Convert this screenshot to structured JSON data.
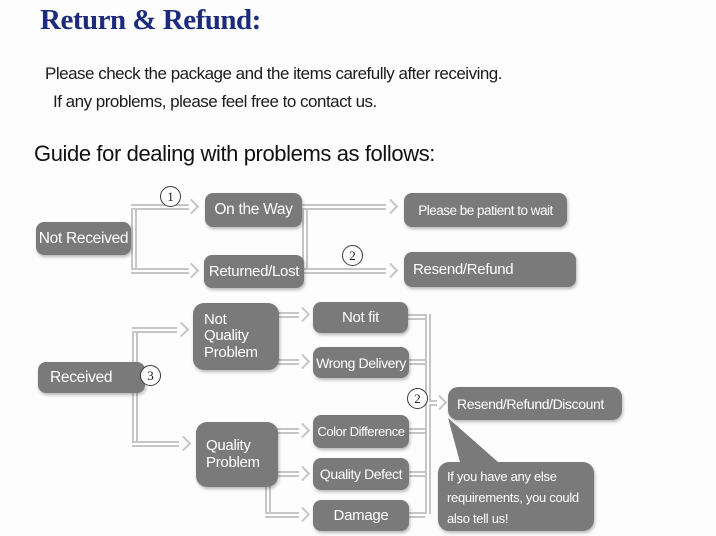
{
  "header": {
    "title": "Return & Refund:",
    "intro_line1": "Please check the package and the items carefully after receiving.",
    "intro_line2": "If any problems, please feel free to contact us.",
    "guide_heading": "Guide for dealing with problems as follows:"
  },
  "colors": {
    "title_text": "#1c2b7b",
    "node_fill": "#7a7a7a",
    "node_text": "#ffffff",
    "connector": "#c6c6c6",
    "background": "#fdfdfd"
  },
  "flowchart": {
    "badges": {
      "b1": "1",
      "b2": "2",
      "b3": "3",
      "b4": "2"
    },
    "nodes": {
      "not_received": "Not Received",
      "on_the_way": "On the Way",
      "returned_lost": "Returned/Lost",
      "please_wait": "Please be patient to wait",
      "resend_refund": "Resend/Refund",
      "received": "Received",
      "not_quality_problem": "Not\nQuality\nProblem",
      "not_fit": "Not fit",
      "wrong_delivery": "Wrong Delivery",
      "quality_problem": "Quality\nProblem",
      "color_difference": "Color Difference",
      "quality_defect": "Quality Defect",
      "damage": "Damage",
      "resend_refund_discount": "Resend/Refund/Discount"
    },
    "bubble_text": "If you have any else\nrequirements, you could\nalso tell us!"
  }
}
